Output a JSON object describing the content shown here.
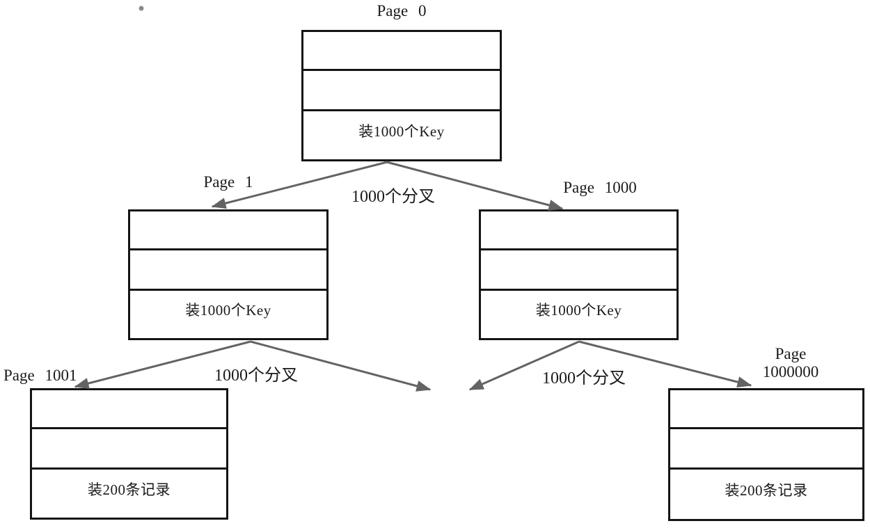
{
  "nodes": [
    {
      "id": "page0",
      "label": "Page 0",
      "rows": [
        "",
        "",
        "装1000个Key"
      ]
    },
    {
      "id": "page1",
      "label": "Page 1",
      "rows": [
        "",
        "",
        "装1000个Key"
      ]
    },
    {
      "id": "page1000",
      "label": "Page 1000",
      "rows": [
        "",
        "",
        "装1000个Key"
      ]
    },
    {
      "id": "page1001",
      "label": "Page 1001",
      "rows": [
        "",
        "",
        "装200条记录"
      ]
    },
    {
      "id": "page1000000",
      "label": "Page\n1000000",
      "rows": [
        "",
        "",
        "装200条记录"
      ]
    }
  ],
  "edge_labels": {
    "top": "1000个分叉",
    "bottom_left": "1000个分叉",
    "bottom_right": "1000个分叉"
  },
  "colors": {
    "background": "#ffffff",
    "box_border": "#141414",
    "arrow": "#636363",
    "text": "#1a1a1a"
  }
}
